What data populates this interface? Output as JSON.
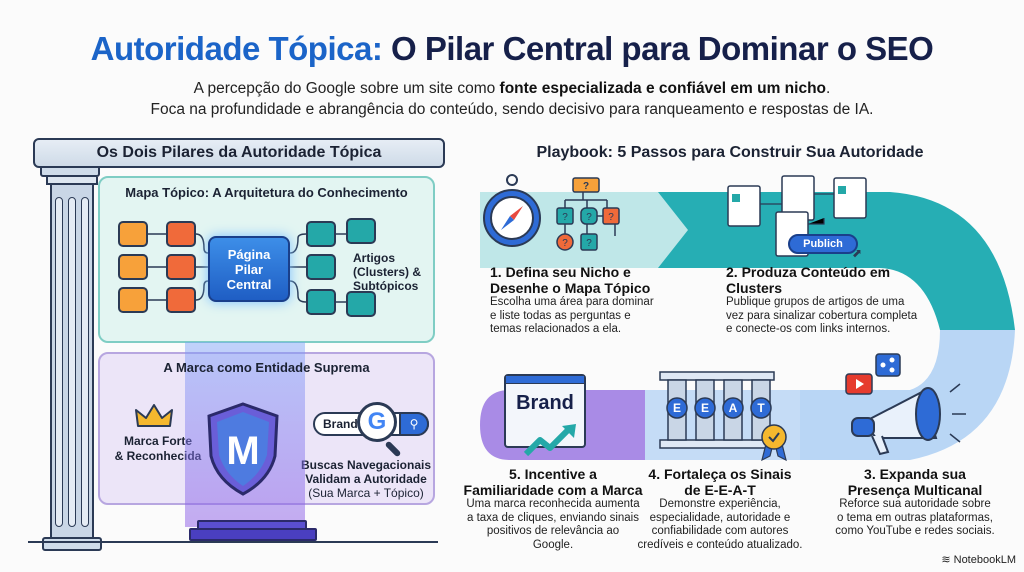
{
  "header": {
    "title_accent": "Autoridade Tópica:",
    "title_rest": "O Pilar Central para Dominar o SEO",
    "subtitle_line1_plain": "A percepção do Google sobre um site como",
    "subtitle_line1_bold": "fonte especializada e confiável em um nicho",
    "subtitle_line1_end": ".",
    "subtitle_line2": "Foca na profundidade e abrangência do conteúdo, sendo decisivo para ranqueamento e respostas de IA."
  },
  "pillars": {
    "title": "Os Dois Pilares da Autoridade Tópica",
    "topic_map": {
      "title": "Mapa Tópico: A Arquitetura do Conhecimento",
      "pillar_page": [
        "Página",
        "Pilar",
        "Central"
      ],
      "articles_label": [
        "Artigos",
        "(Clusters) &",
        "Subtópicos"
      ]
    },
    "brand": {
      "title": "A Marca como Entidade Suprema",
      "shield_letter": "M",
      "crown_label": [
        "Marca Forte",
        "& Reconhecida"
      ],
      "search_text": "Brand",
      "search_glyph": "G",
      "search_label_bold": [
        "Buscas Navegacionais",
        "Validam a Autoridade"
      ],
      "search_label_note": "(Sua Marca + Tópico)"
    }
  },
  "playbook": {
    "title": "Playbook: 5 Passos para Construir Sua Autoridade",
    "publish_button": "Publich",
    "brand_window_text": "Brand",
    "eeat_letters": [
      "E",
      "E",
      "A",
      "T"
    ],
    "steps": [
      {
        "title": [
          "1. Defina seu Nicho e",
          "Desenhe o Mapa Tópico"
        ],
        "desc": [
          "Escolha uma área para dominar",
          "e liste todas as perguntas e",
          "temas relacionados a ela."
        ]
      },
      {
        "title": [
          "2. Produza Conteúdo em",
          "Clusters"
        ],
        "desc": [
          "Publique grupos de artigos de uma",
          "vez para sinalizar cobertura completa",
          "e conecte-os com links internos."
        ]
      },
      {
        "title": [
          "3. Expanda sua",
          "Presença Multicanal"
        ],
        "desc": [
          "Reforce sua autoridade sobre",
          "o tema em outras plataformas,",
          "como YouTube e redes sociais."
        ]
      },
      {
        "title": [
          "4. Fortaleça os Sinais",
          "de E-E-A-T"
        ],
        "desc": [
          "Demonstre experiência,",
          "especialidade, autoridade e",
          "confiabilidade com autores",
          "credíveis e conteúdo atualizado."
        ]
      },
      {
        "title": [
          "5. Incentive a",
          "Familiaridade com a Marca"
        ],
        "desc": [
          "Uma marca reconhecida aumenta",
          "a taxa de cliques, enviando sinais",
          "positivos de relevância ao",
          "Google."
        ]
      }
    ]
  },
  "footer": {
    "brand": "NotebookLM"
  },
  "colors": {
    "accent": "#1b64c8",
    "navy": "#16204a",
    "teal": "#24a8a8",
    "orange": "#f7a13a",
    "red": "#f06a3a",
    "purple": "#8a6ee0",
    "light_blue": "#b9d6f5"
  }
}
